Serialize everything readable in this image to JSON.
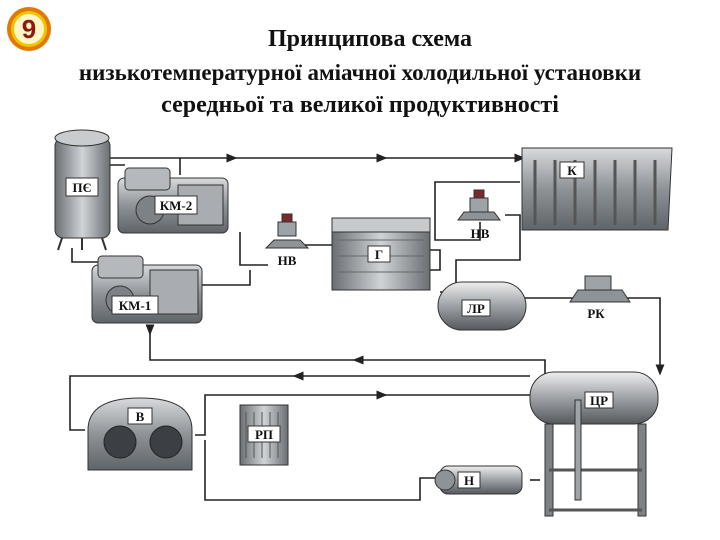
{
  "slide": {
    "number": "9",
    "title_line1": "Принципова схема",
    "title_line2": "низькотемпературної  аміачної холодильної установки",
    "title_line3": "середньої та великої продуктивності"
  },
  "components": {
    "pe": "ПЄ",
    "km2": "КМ-2",
    "km1": "КМ-1",
    "nv_left": "НВ",
    "g": "Г",
    "k": "К",
    "nv_right": "НВ",
    "lr": "ЛР",
    "rk": "РК",
    "tsr": "ЦР",
    "v": "В",
    "rp": "РП",
    "n": "Н"
  },
  "colors": {
    "badge_fill": "#f5c400",
    "badge_ring": "#e07a00",
    "badge_text": "#8b1a0a",
    "pipe": "#222222",
    "equipment": "#9aa0a6"
  }
}
